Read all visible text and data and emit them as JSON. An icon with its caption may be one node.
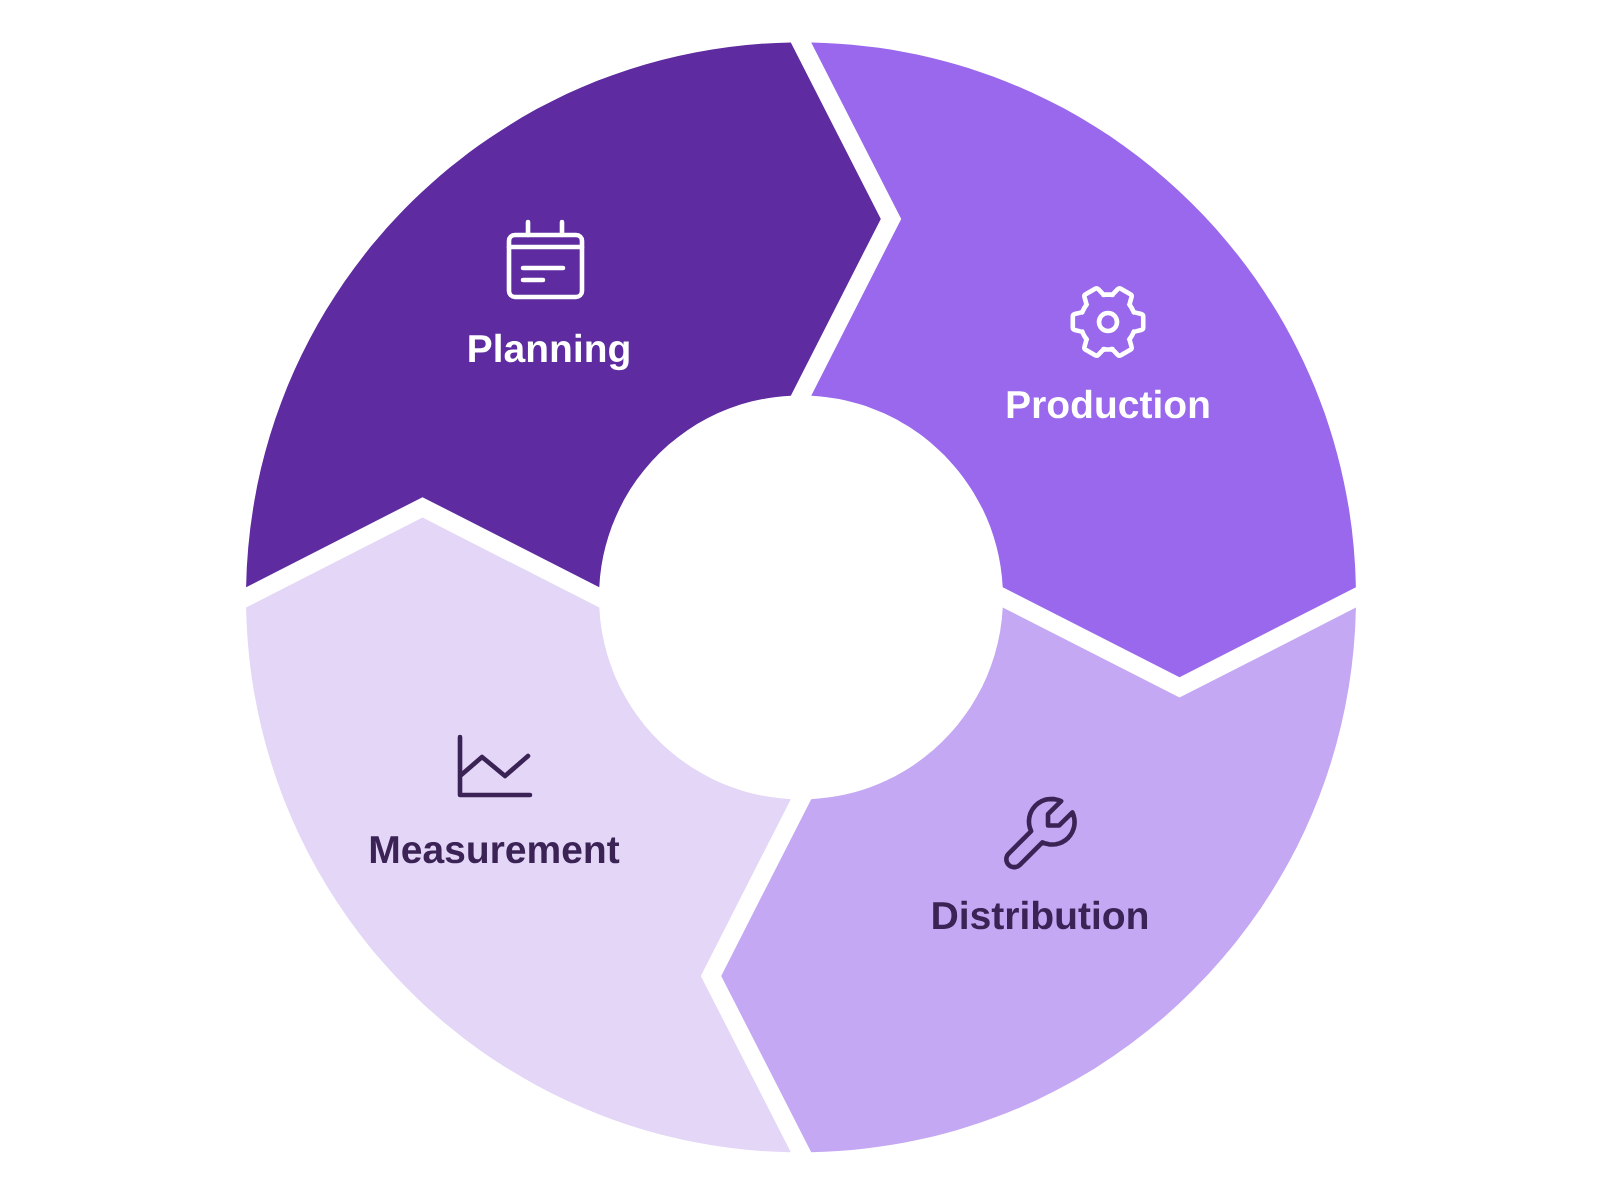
{
  "diagram": {
    "nodes": [
      {
        "text": [
          "Planning"
        ]
      },
      {
        "text": [
          "Production"
        ]
      },
      {
        "text": [
          "Distribution"
        ]
      },
      {
        "text": [
          "Measurement"
        ]
      }
    ]
  }
}
